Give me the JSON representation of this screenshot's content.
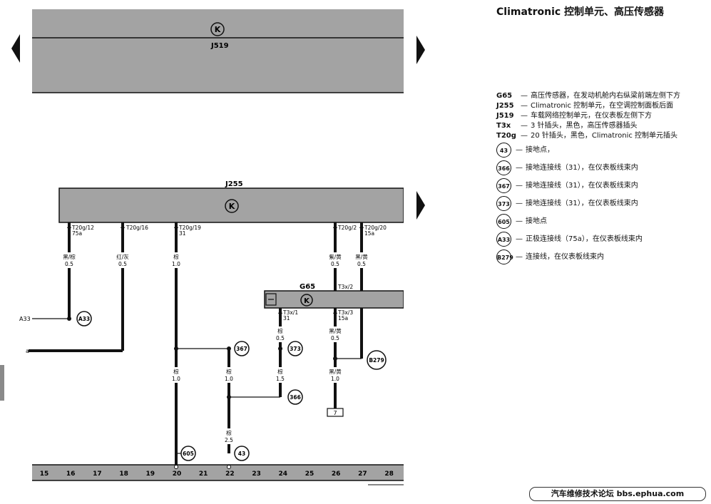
{
  "title": "Climatronic 控制单元、高压传感器",
  "legend": [
    {
      "code": "G65",
      "text": "高压传感器，在发动机舱内右纵梁前端左侧下方"
    },
    {
      "code": "J255",
      "text": "Climatronic 控制单元，在空调控制面板后面"
    },
    {
      "code": "J519",
      "text": "车载网络控制单元，在仪表板左侧下方"
    },
    {
      "code": "T3x",
      "text": "3 针插头，黑色，高压传感器插头"
    },
    {
      "code": "T20g",
      "text": "20 针插头，黑色，Climatronic 控制单元插头"
    }
  ],
  "legend_circles": [
    {
      "code": "43",
      "text": "接地点，"
    },
    {
      "code": "366",
      "text": "接地连接线（31），在仪表板线束内"
    },
    {
      "code": "367",
      "text": "接地连接线（31），在仪表板线束内"
    },
    {
      "code": "373",
      "text": "接地连接线（31），在仪表板线束内"
    },
    {
      "code": "605",
      "text": "接地点"
    },
    {
      "code": "A33",
      "text": "正极连接线（75a），在仪表板线束内"
    },
    {
      "code": "B279",
      "text": "连接线，在仪表板线束内"
    }
  ],
  "legend_dash": "—",
  "watermark": "汽车维修技术论坛 bbs.ephua.com",
  "diagram": {
    "components": {
      "j519_label": "J519",
      "j255_label": "J255",
      "g65_label": "G65",
      "k_symbol": "K"
    },
    "connectors": [
      "T20g/12",
      "75a",
      "T20g/16",
      "T20g/19",
      "31",
      "T20g/2",
      "T20g/20",
      "15a",
      "T3x/2",
      "T3x/1",
      "31",
      "T3x/3",
      "15a"
    ],
    "wires": [
      {
        "color": "黑/棕",
        "size": "0.5"
      },
      {
        "color": "红/灰",
        "size": "0.5"
      },
      {
        "color": "棕",
        "size": "1.0"
      },
      {
        "color": "紫/黄",
        "size": "0.5"
      },
      {
        "color": "黑/黄",
        "size": "0.5"
      },
      {
        "color": "棕",
        "size": "0.5"
      },
      {
        "color": "黑/黄",
        "size": "0.5"
      },
      {
        "color": "棕",
        "size": "1.0"
      },
      {
        "color": "棕",
        "size": "1.0"
      },
      {
        "color": "棕",
        "size": "1.5"
      },
      {
        "color": "黑/黄",
        "size": "1.0"
      },
      {
        "color": "棕",
        "size": "2.5"
      }
    ],
    "ground_points": [
      "A33",
      "367",
      "373",
      "366",
      "B279",
      "605",
      "43"
    ],
    "side_labels": {
      "a33": "A33",
      "a": "a"
    },
    "box_ref": "7",
    "grid_numbers": [
      "15",
      "16",
      "17",
      "18",
      "19",
      "20",
      "21",
      "22",
      "23",
      "24",
      "25",
      "26",
      "27",
      "28"
    ]
  }
}
